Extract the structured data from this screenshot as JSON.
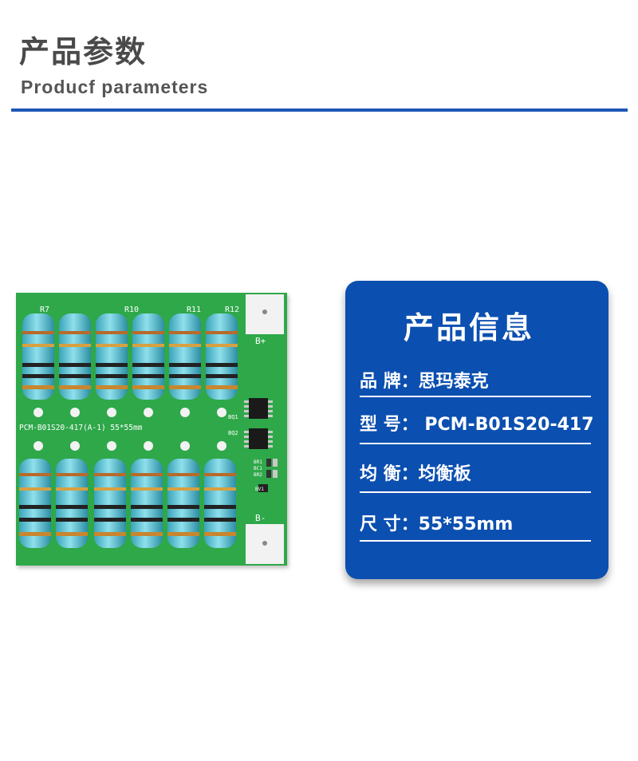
{
  "header": {
    "title_cn": "产品参数",
    "title_en": "Producf  parameters",
    "accent_color": "#1e56b5"
  },
  "product_photo": {
    "board_label": "PCM-B01S20-417(A-1) 55*55mm",
    "terminals": [
      "B+",
      "B-"
    ],
    "resistor_labels": [
      "R7",
      "R10",
      "R11",
      "R12"
    ],
    "chip_labels": [
      "BQ1",
      "BQ2"
    ],
    "indicator_labels": [
      "BR1",
      "BC1",
      "BR2",
      "BV1"
    ],
    "pcb_color": "#2fa84a"
  },
  "info_card": {
    "title": "产品信息",
    "background": "#0b4fb0",
    "rows": [
      {
        "text": "品 牌：思玛泰克"
      },
      {
        "text": "型  号： PCM-B01S20-417"
      },
      {
        "text": "均   衡：均衡板"
      },
      {
        "text": "尺   寸：55*55mm"
      }
    ]
  }
}
